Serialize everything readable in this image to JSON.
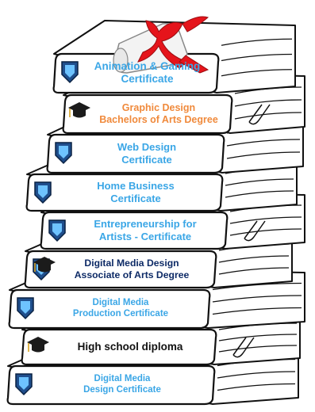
{
  "colors": {
    "blue": "#3aa6e6",
    "orange": "#f08a3c",
    "navy": "#0d2a66",
    "black": "#111111",
    "shield_fill": "#1f4e8c",
    "ribbon": "#e5141b"
  },
  "books": [
    {
      "lines": [
        "Animation & Gaming",
        "Certificate"
      ],
      "color": "blue",
      "icon": "shield-icon"
    },
    {
      "lines": [
        "Graphic Design",
        "Bachelors of Arts Degree"
      ],
      "color": "orange",
      "icon": "graduation-cap-icon"
    },
    {
      "lines": [
        "Web Design",
        "Certificate"
      ],
      "color": "blue",
      "icon": "shield-icon"
    },
    {
      "lines": [
        "Home Business",
        "Certificate"
      ],
      "color": "blue",
      "icon": "shield-icon"
    },
    {
      "lines": [
        "Entrepreneurship for",
        "Artists - Certificate"
      ],
      "color": "blue",
      "icon": "shield-icon"
    },
    {
      "lines": [
        "Digital Media Design",
        "Associate of Arts Degree"
      ],
      "color": "navy",
      "icon": "shield-and-graduation-cap-icon"
    },
    {
      "lines": [
        "Digital Media",
        "Production Certificate"
      ],
      "color": "blue",
      "icon": "shield-icon"
    },
    {
      "lines": [
        "High school diploma"
      ],
      "color": "black",
      "icon": "graduation-cap-icon"
    },
    {
      "lines": [
        "Digital Media",
        "Design Certificate"
      ],
      "color": "blue",
      "icon": "shield-icon"
    }
  ],
  "diploma": {
    "icon": "rolled-diploma-with-ribbon-icon"
  }
}
